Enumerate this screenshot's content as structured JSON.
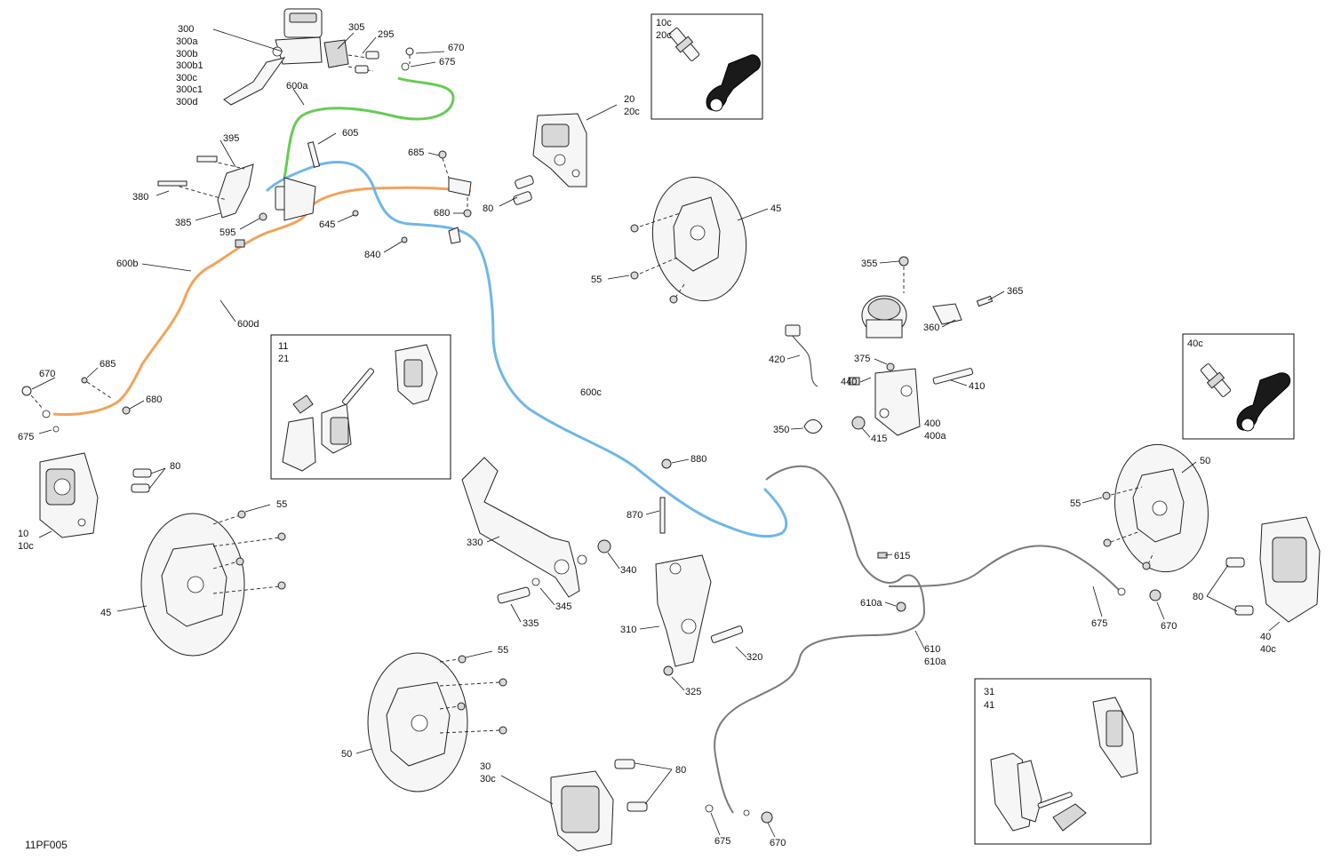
{
  "diagram_code": "11PF005",
  "colors": {
    "line_green": "#66cc55",
    "line_orange": "#f2a35c",
    "line_blue": "#6fb7e8",
    "line_gray": "#7a7a7a"
  },
  "labels": {
    "l300": "300",
    "l300a": "300a",
    "l300b": "300b",
    "l300b1": "300b1",
    "l300c": "300c",
    "l300c1": "300c1",
    "l300d": "300d",
    "l305": "305",
    "l295": "295",
    "l670a": "670",
    "l675a": "675",
    "l600a": "600a",
    "l10c_box": "10c",
    "l20c_box": "20c",
    "l20": "20",
    "l20c": "20c",
    "l395": "395",
    "l605": "605",
    "l685a": "685",
    "l380": "380",
    "l385": "385",
    "l595": "595",
    "l645": "645",
    "l680a": "680",
    "l80a": "80",
    "l840": "840",
    "l45a": "45",
    "l55a": "55",
    "l600b": "600b",
    "l600d": "600d",
    "l355": "355",
    "l365": "365",
    "l360": "360",
    "l420": "420",
    "l375": "375",
    "l440": "440",
    "l410": "410",
    "l400": "400",
    "l400a": "400a",
    "l350": "350",
    "l415": "415",
    "l40c_box": "40c",
    "l11": "11",
    "l21": "21",
    "l600c": "600c",
    "l670b": "670",
    "l685b": "685",
    "l680b": "680",
    "l675b": "675",
    "l880": "880",
    "l870": "870",
    "l80b": "80",
    "l10": "10",
    "l10c": "10c",
    "l55b": "55",
    "l45b": "45",
    "l330": "330",
    "l340": "340",
    "l345": "345",
    "l335": "335",
    "l615": "615",
    "l610a_top": "610a",
    "l610": "610",
    "l610a": "610a",
    "l310": "310",
    "l320": "320",
    "l325": "325",
    "l50a": "50",
    "l55c": "55",
    "l80c": "80",
    "l40": "40",
    "l40c": "40c",
    "l675c": "675",
    "l670c": "670",
    "l55d": "55",
    "l50b": "50",
    "l30": "30",
    "l30c": "30c",
    "l80d": "80",
    "l675d": "675",
    "l670d": "670",
    "l31": "31",
    "l41": "41"
  }
}
